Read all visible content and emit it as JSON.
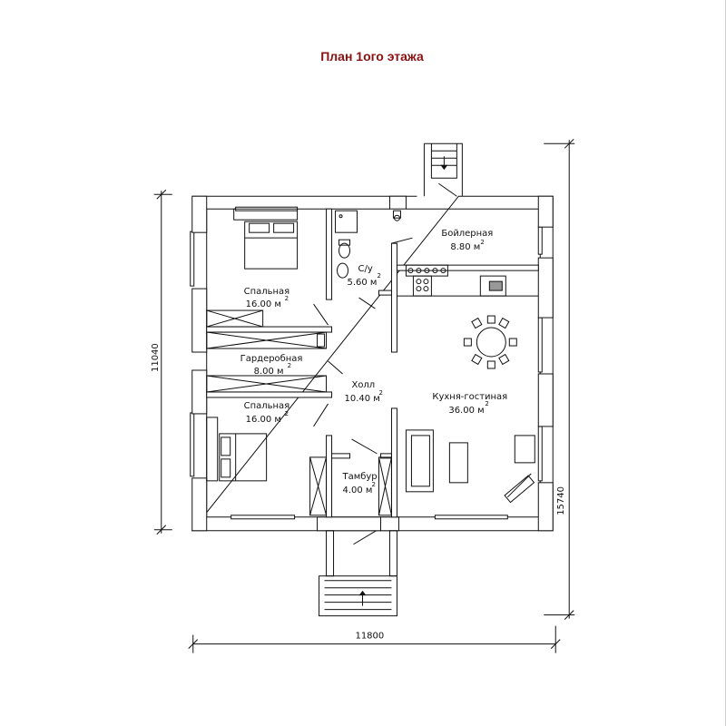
{
  "title": "План 1ого этажа",
  "rooms": [
    {
      "id": "boiler",
      "name": "Бойлерная",
      "area": "8.80 м",
      "sup": "2"
    },
    {
      "id": "wc",
      "name": "С/у",
      "area": "5.60 м",
      "sup": "2"
    },
    {
      "id": "bedroom1",
      "name": "Спальная",
      "area": "16.00 м",
      "sup": "2"
    },
    {
      "id": "wardrobe",
      "name": "Гардеробная",
      "area": "8.00 м",
      "sup": "2"
    },
    {
      "id": "hall",
      "name": "Холл",
      "area": "10.40 м",
      "sup": "2"
    },
    {
      "id": "bedroom2",
      "name": "Спальная",
      "area": "16.00 м",
      "sup": "2"
    },
    {
      "id": "kitchen",
      "name": "Кухня-гостиная",
      "area": "36.00 м",
      "sup": "2"
    },
    {
      "id": "vestibule",
      "name": "Тамбур",
      "area": "4.00 м",
      "sup": "2"
    }
  ],
  "dimensions": {
    "width": "11800",
    "height_left": "11040",
    "height_right": "15740"
  },
  "colors": {
    "title": "#8b1010",
    "line": "#111111"
  }
}
